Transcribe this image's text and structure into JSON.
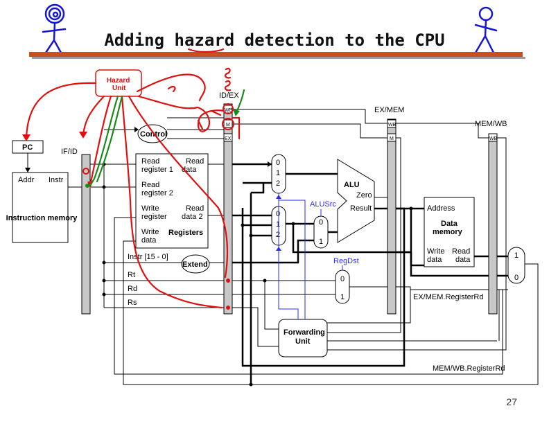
{
  "title": "Adding hazard detection to the CPU",
  "page_number": "27",
  "units": {
    "hazard_unit": "Hazard\nUnit",
    "pc": "PC",
    "control": "Control",
    "forwarding_unit": "Forwarding\nUnit",
    "instruction_memory": {
      "addr": "Addr",
      "instr": "Instr",
      "name": "Instruction\nmemory"
    },
    "registers": {
      "read_register_1": "Read\nregister 1",
      "read_data_1": "Read\ndata",
      "read_register_2": "Read\nregister 2",
      "write_register": "Write\nregister",
      "read_data_2": "Read\ndata 2",
      "write_data": "Write\ndata",
      "name": "Registers"
    },
    "alu": {
      "name": "ALU",
      "zero": "Zero",
      "result": "Result"
    },
    "data_memory": {
      "address": "Address",
      "name": "Data\nmemory",
      "write_data": "Write\ndata",
      "read_data": "Read\ndata"
    },
    "extend": "Extend"
  },
  "pipeline_registers": {
    "if_id": "IF/ID",
    "id_ex": "ID/EX",
    "ex_mem": "EX/MEM",
    "mem_wb": "MEM/WB",
    "wb": "WB",
    "m": "M",
    "ex": "EX"
  },
  "mux_labels": {
    "mux_a": [
      "0",
      "1",
      "2"
    ],
    "mux_b": [
      "0",
      "1",
      "2"
    ],
    "alusrc_mux": [
      "0",
      "1"
    ],
    "regdst_mux": [
      "0",
      "1"
    ],
    "wb_mux": [
      "1",
      "0"
    ]
  },
  "signals": {
    "alusrc": "ALUSrc",
    "regdst": "RegDst",
    "instr_15_0": "Instr [15 - 0]",
    "rt": "Rt",
    "rd": "Rd",
    "rs": "Rs",
    "ex_mem_registerrd": "EX/MEM.RegisterRd",
    "mem_wb_registerrd": "MEM/WB.RegisterRd"
  },
  "colors": {
    "ink": "#000000",
    "pipeline_fill": "#c8c8c8",
    "annotation_red": "#e01010",
    "annotation_green": "#1a8a1a",
    "signal_blue": "#2a2aff",
    "title_bar": "#c8501e"
  }
}
